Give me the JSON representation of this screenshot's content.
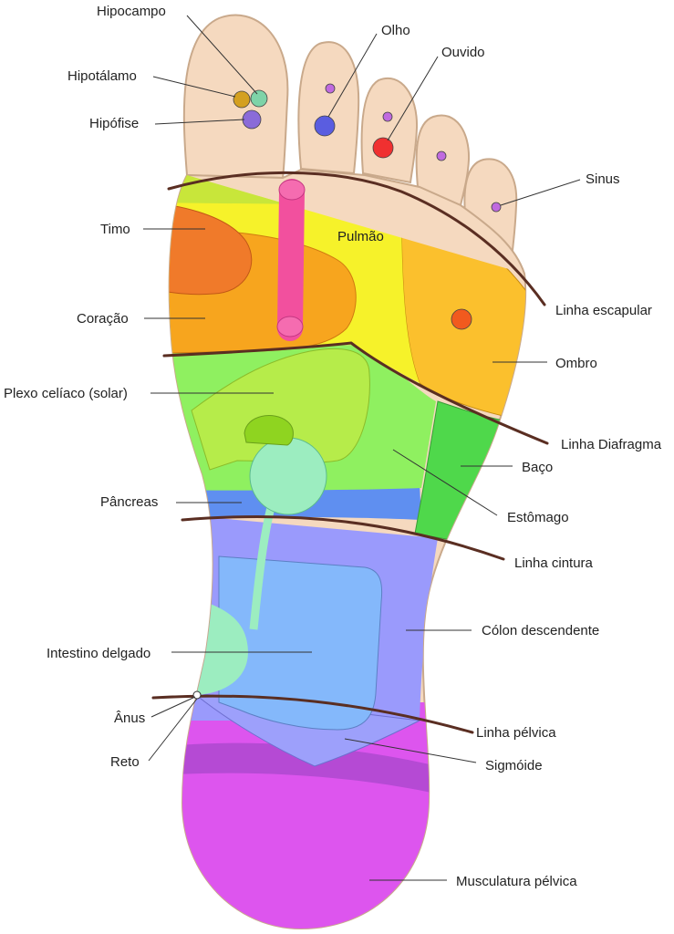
{
  "labels": {
    "hipocampo": "Hipocampo",
    "hipotalamo": "Hipotálamo",
    "hipofise": "Hipófise",
    "olho": "Olho",
    "ouvido": "Ouvido",
    "sinus": "Sinus",
    "timo": "Timo",
    "pulmao": "Pulmão",
    "coracao": "Coração",
    "linha_escapular": "Linha escapular",
    "ombro": "Ombro",
    "plexo": "Plexo celíaco (solar)",
    "linha_diafragma": "Linha Diafragma",
    "baco": "Baço",
    "pancreas": "Pâncreas",
    "estomago": "Estômago",
    "linha_cintura": "Linha cintura",
    "colon": "Cólon descendente",
    "intestino": "Intestino delgado",
    "anus": "Ânus",
    "reto": "Reto",
    "linha_pelvica": "Linha pélvica",
    "sigmoide": "Sigmóide",
    "musculatura": "Musculatura pélvica"
  },
  "colors": {
    "skin": "#f5d9bf",
    "outline": "#c9a98b",
    "zone_line": "#5a2e22",
    "timo": "#f07a2a",
    "coracao": "#f7a51e",
    "pulmao": "#f6f22a",
    "ombro": "#fbc02d",
    "neck_band": "#c8e63a",
    "esophagus": "#f2509e",
    "plexo": "#b6ec4a",
    "estomago": "#8ff060",
    "baco": "#4fd84b",
    "pancreas_blob": "#9cedc0",
    "pancreas_band": "#5f8ff0",
    "colon": "#9a9afc",
    "intestino": "#84b8fb",
    "pelvic": "#dd55ee",
    "pelvic_band": "#b54ad4",
    "sigmoide": "#9da0fb"
  }
}
